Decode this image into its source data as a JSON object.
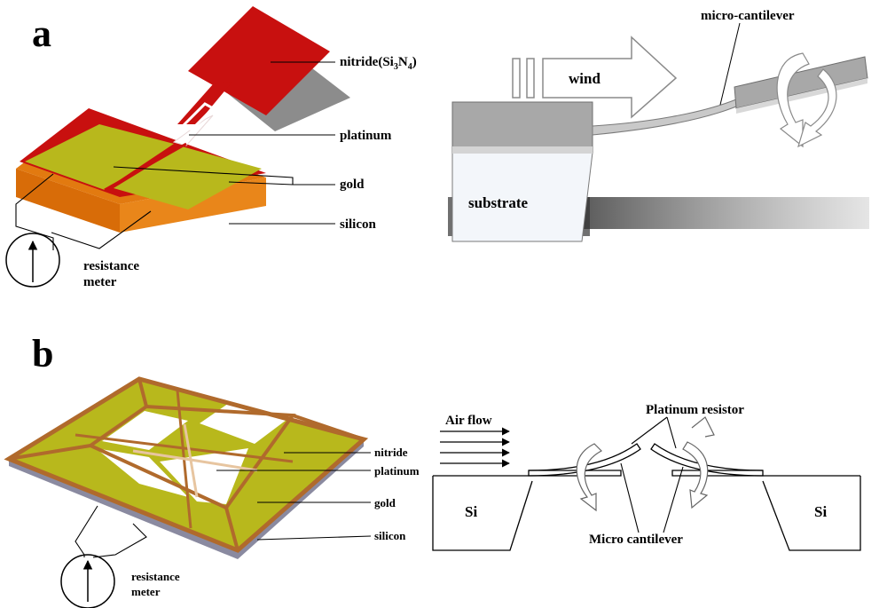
{
  "panels": {
    "a": {
      "letter": "a",
      "sensor_labels": {
        "nitride_base": "nitride(Si",
        "nitride_sub1": "3",
        "nitride_mid": "N",
        "nitride_sub2": "4",
        "nitride_end": ")",
        "platinum": "platinum",
        "gold": "gold",
        "silicon": "silicon",
        "meter_line1": "resistance",
        "meter_line2": "meter"
      },
      "cantilever_labels": {
        "micro_cantilever": "micro-cantilever",
        "wind": "wind",
        "substrate": "substrate"
      }
    },
    "b": {
      "letter": "b",
      "sensor_labels": {
        "nitride": "nitride",
        "platinum": "platinum",
        "gold": "gold",
        "silicon": "silicon",
        "meter_line1": "resistance",
        "meter_line2": "meter"
      },
      "cantilever_labels": {
        "air_flow": "Air flow",
        "platinum_resistor": "Platinum resistor",
        "si_left": "Si",
        "si_right": "Si",
        "micro_cantilever": "Micro cantilever"
      }
    }
  },
  "colors": {
    "nitride": "#c8100f",
    "gold": "#b8b81c",
    "gold_side": "#8e8e10",
    "silicon": "#e27a10",
    "platinum_b": "#b06a2c",
    "substrate_gray": "#a8a8a8"
  }
}
